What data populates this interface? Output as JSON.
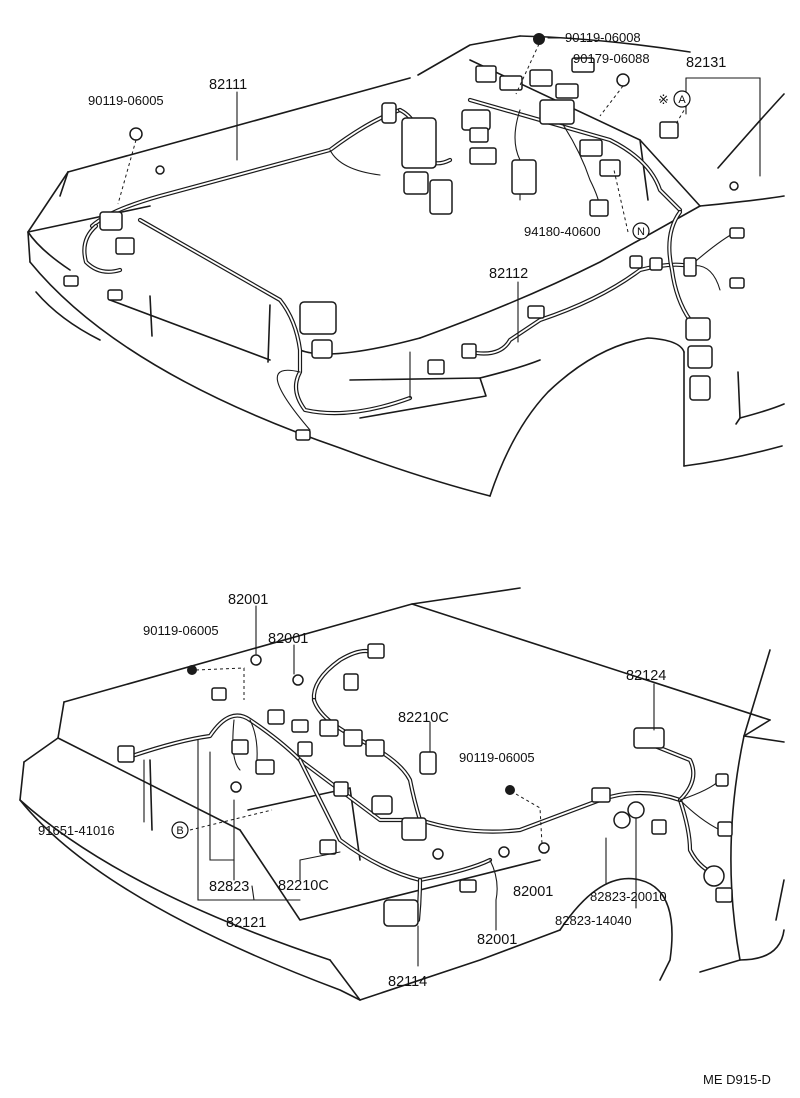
{
  "figure_code": "ME D915-D",
  "top_view": {
    "labels": {
      "p82111": "82111",
      "p90119_06005": "90119-06005",
      "p90119_06008": "90119-06008",
      "p90179_06088": "90179-06088",
      "p82131": "82131",
      "star_a": "※",
      "p94180_40600": "94180-40600",
      "p82112": "82112"
    },
    "markers": {
      "a": "A",
      "n": "N"
    }
  },
  "bottom_view": {
    "labels": {
      "p82001_a": "82001",
      "p90119_06005_a": "90119-06005",
      "p82001_b": "82001",
      "p82124": "82124",
      "p82210c_a": "82210C",
      "p90119_06005_b": "90119-06005",
      "p91651_41016": "91651-41016",
      "p82823": "82823",
      "p82210c_b": "82210C",
      "p82121": "82121",
      "p82001_c": "82001",
      "p82823_20010": "82823-20010",
      "p82823_14040": "82823-14040",
      "p82001_d": "82001",
      "p82114": "82114"
    },
    "markers": {
      "b": "B"
    }
  }
}
